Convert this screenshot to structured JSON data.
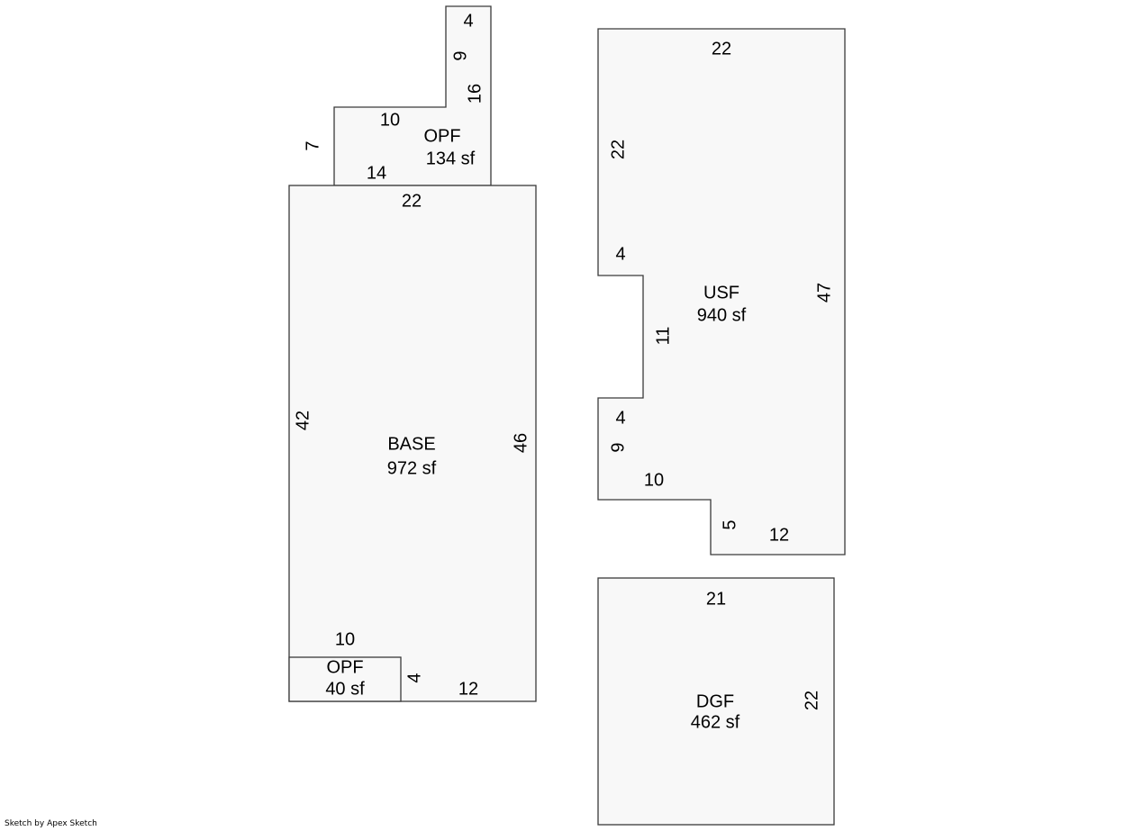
{
  "areas": {
    "opf_top": {
      "name": "OPF",
      "area": "134 sf"
    },
    "base": {
      "name": "BASE",
      "area": "972 sf"
    },
    "opf_bottom": {
      "name": "OPF",
      "area": "40 sf"
    },
    "usf": {
      "name": "USF",
      "area": "940 sf"
    },
    "dgf": {
      "name": "DGF",
      "area": "462 sf"
    }
  },
  "dimensions": {
    "opf_top": [
      "4",
      "9",
      "16",
      "10",
      "7",
      "14"
    ],
    "base": [
      "22",
      "42",
      "46",
      "10",
      "4",
      "12"
    ],
    "usf": [
      "22",
      "22",
      "4",
      "47",
      "11",
      "4",
      "9",
      "10",
      "5",
      "12"
    ],
    "dgf": [
      "21",
      "22"
    ]
  },
  "footer": "Sketch by Apex Sketch"
}
